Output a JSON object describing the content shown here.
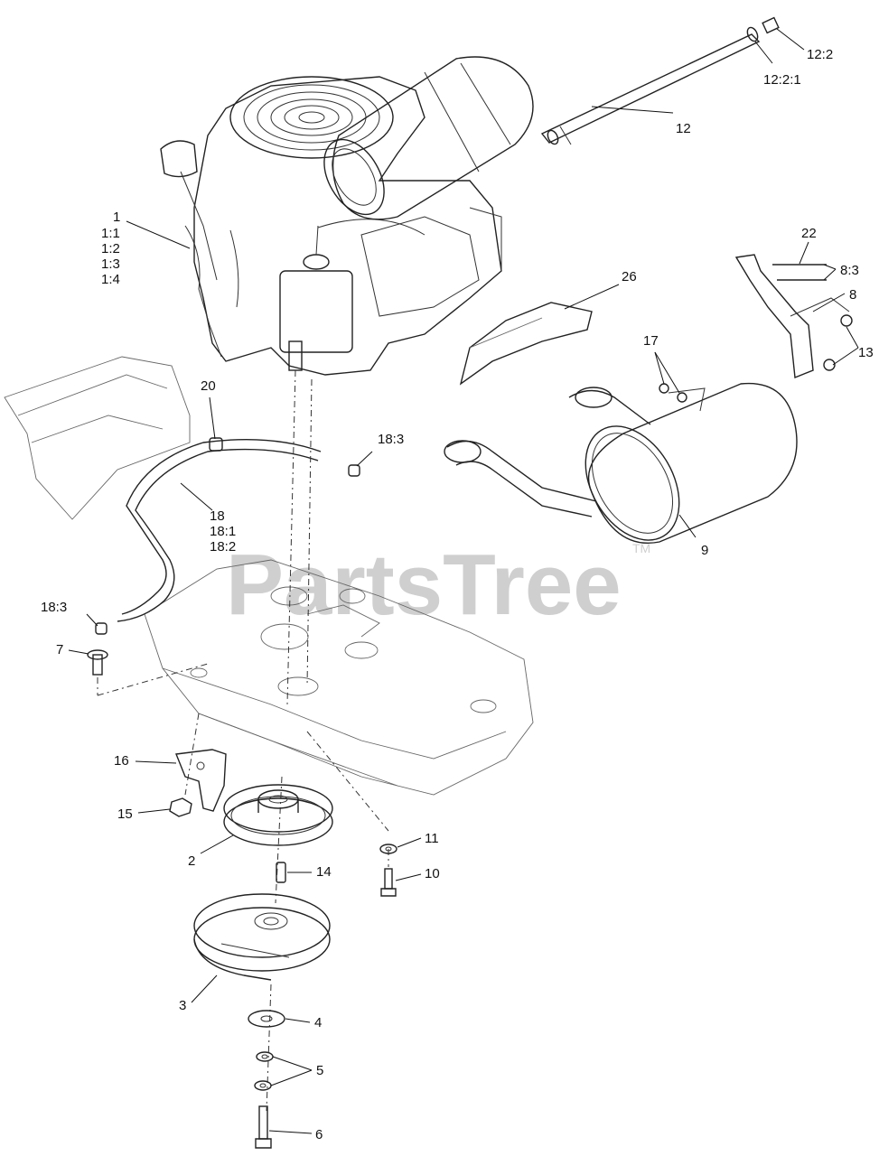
{
  "diagram": {
    "watermark": "PartsTree",
    "watermark_mark": "TM",
    "callouts": [
      {
        "id": "c-1",
        "text": "1"
      },
      {
        "id": "c-1-1",
        "text": "1:1"
      },
      {
        "id": "c-1-2",
        "text": "1:2"
      },
      {
        "id": "c-1-3",
        "text": "1:3"
      },
      {
        "id": "c-1-4",
        "text": "1:4"
      },
      {
        "id": "c-12",
        "text": "12"
      },
      {
        "id": "c-12-2",
        "text": "12:2"
      },
      {
        "id": "c-12-2-1",
        "text": "12:2:1"
      },
      {
        "id": "c-22",
        "text": "22"
      },
      {
        "id": "c-8-3",
        "text": "8:3"
      },
      {
        "id": "c-8",
        "text": "8"
      },
      {
        "id": "c-26",
        "text": "26"
      },
      {
        "id": "c-17",
        "text": "17"
      },
      {
        "id": "c-13",
        "text": "13"
      },
      {
        "id": "c-20",
        "text": "20"
      },
      {
        "id": "c-18-3a",
        "text": "18:3"
      },
      {
        "id": "c-18",
        "text": "18"
      },
      {
        "id": "c-18-1",
        "text": "18:1"
      },
      {
        "id": "c-18-2",
        "text": "18:2"
      },
      {
        "id": "c-9",
        "text": "9"
      },
      {
        "id": "c-18-3b",
        "text": "18:3"
      },
      {
        "id": "c-7",
        "text": "7"
      },
      {
        "id": "c-16",
        "text": "16"
      },
      {
        "id": "c-15",
        "text": "15"
      },
      {
        "id": "c-2",
        "text": "2"
      },
      {
        "id": "c-14",
        "text": "14"
      },
      {
        "id": "c-11",
        "text": "11"
      },
      {
        "id": "c-10",
        "text": "10"
      },
      {
        "id": "c-3",
        "text": "3"
      },
      {
        "id": "c-4",
        "text": "4"
      },
      {
        "id": "c-5",
        "text": "5"
      },
      {
        "id": "c-6",
        "text": "6"
      }
    ]
  }
}
